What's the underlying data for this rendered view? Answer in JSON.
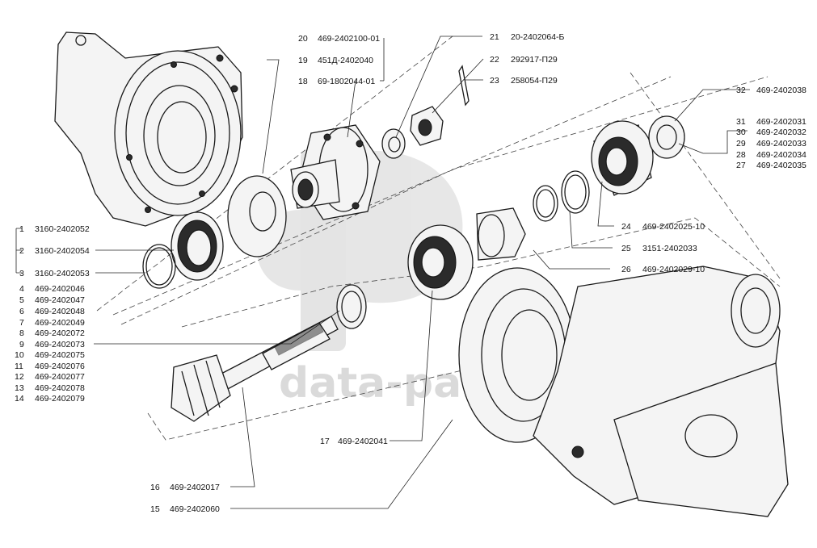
{
  "watermark": {
    "text": "data-parts"
  },
  "callouts": [
    {
      "num": "1",
      "code": "3160-2402052"
    },
    {
      "num": "2",
      "code": "3160-2402054"
    },
    {
      "num": "3",
      "code": "3160-2402053"
    },
    {
      "num": "4",
      "code": "469-2402046"
    },
    {
      "num": "5",
      "code": "469-2402047"
    },
    {
      "num": "6",
      "code": "469-2402048"
    },
    {
      "num": "7",
      "code": "469-2402049"
    },
    {
      "num": "8",
      "code": "469-2402072"
    },
    {
      "num": "9",
      "code": "469-2402073"
    },
    {
      "num": "10",
      "code": "469-2402075"
    },
    {
      "num": "11",
      "code": "469-2402076"
    },
    {
      "num": "12",
      "code": "469-2402077"
    },
    {
      "num": "13",
      "code": "469-2402078"
    },
    {
      "num": "14",
      "code": "469-2402079"
    },
    {
      "num": "15",
      "code": "469-2402060"
    },
    {
      "num": "16",
      "code": "469-2402017"
    },
    {
      "num": "17",
      "code": "469-2402041"
    },
    {
      "num": "18",
      "code": "69-1802044-01"
    },
    {
      "num": "19",
      "code": "451Д-2402040"
    },
    {
      "num": "20",
      "code": "469-2402100-01"
    },
    {
      "num": "21",
      "code": "20-2402064-Б"
    },
    {
      "num": "22",
      "code": "292917-П29"
    },
    {
      "num": "23",
      "code": "258054-П29"
    },
    {
      "num": "24",
      "code": "469-2402025-10"
    },
    {
      "num": "25",
      "code": "3151-2402033"
    },
    {
      "num": "26",
      "code": "469-2402029-10"
    },
    {
      "num": "27",
      "code": "469-2402035"
    },
    {
      "num": "28",
      "code": "469-2402034"
    },
    {
      "num": "29",
      "code": "469-2402033"
    },
    {
      "num": "30",
      "code": "469-2402032"
    },
    {
      "num": "31",
      "code": "469-2402031"
    },
    {
      "num": "32",
      "code": "469-2402038"
    }
  ]
}
